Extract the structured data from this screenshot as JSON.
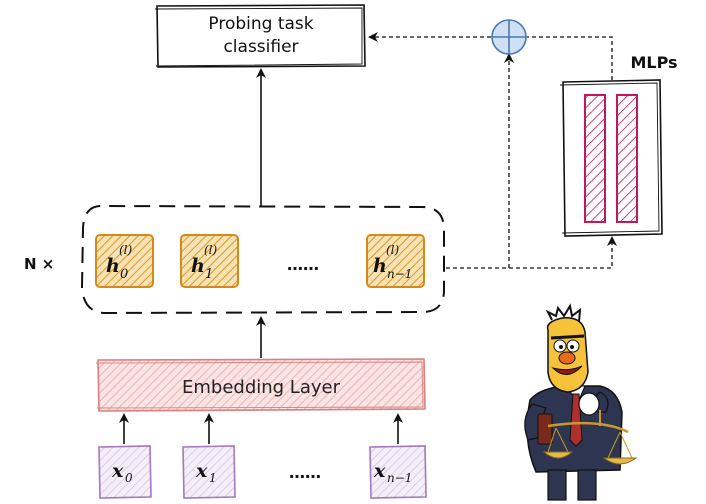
{
  "classifier": {
    "line1": "Probing task",
    "line2": "classifier"
  },
  "mlps": {
    "label": "MLPs"
  },
  "layer_stack": {
    "repeat_label": "N ×",
    "ellipsis": "……",
    "hidden_states": [
      {
        "base": "h",
        "sub": "0",
        "sup": "(l)"
      },
      {
        "base": "h",
        "sub": "1",
        "sup": "(l)"
      },
      {
        "base": "h",
        "sub": "n−1",
        "sup": "(l)"
      }
    ]
  },
  "embedding": {
    "label": "Embedding Layer"
  },
  "inputs": {
    "ellipsis": "……",
    "tokens": [
      {
        "base": "x",
        "sub": "0"
      },
      {
        "base": "x",
        "sub": "1"
      },
      {
        "base": "x",
        "sub": "n−1"
      }
    ]
  },
  "colors": {
    "hidden_state_fill": "#f5d9a0",
    "hidden_state_stroke": "#d48a1a",
    "embedding_fill": "#fbe3e3",
    "embedding_stroke": "#d98080",
    "token_fill": "#efe6f5",
    "token_stroke": "#a07ac0",
    "mlp_bar_stroke": "#c2185b",
    "adder_fill": "#cfe0f5",
    "adder_stroke": "#4a78b5"
  }
}
